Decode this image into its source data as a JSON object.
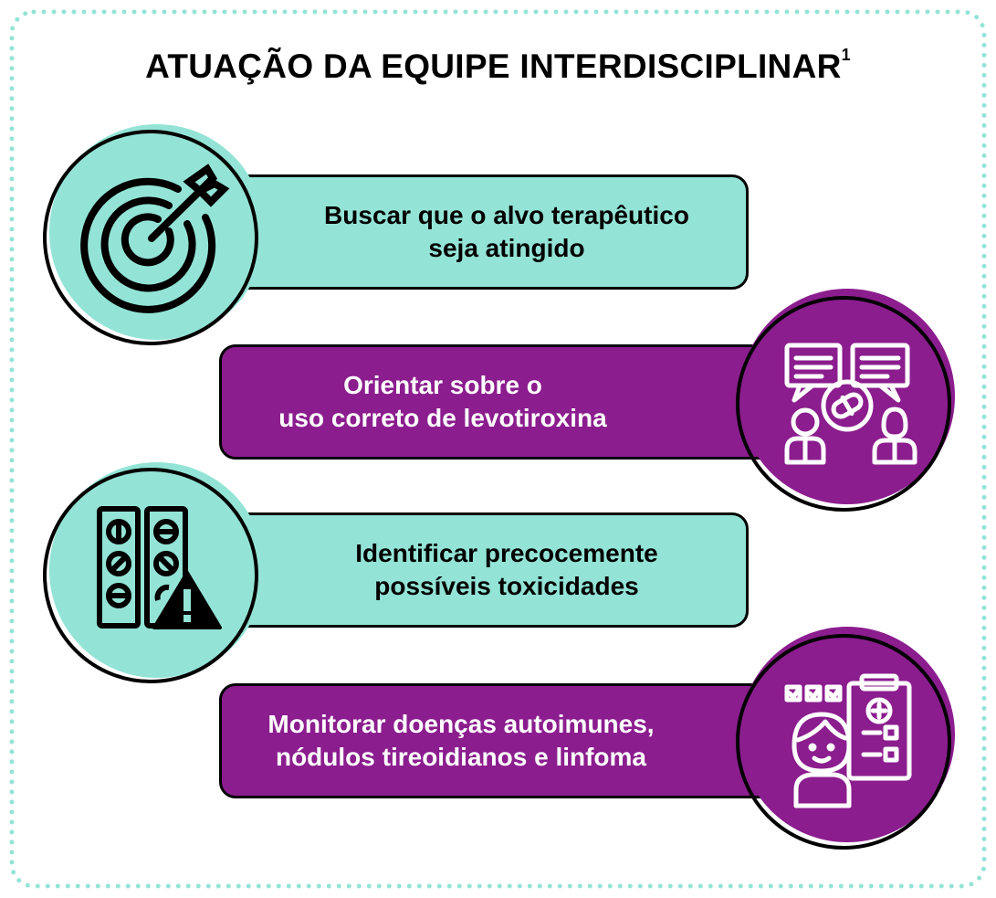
{
  "title": {
    "text": "ATUAÇÃO DA EQUIPE INTERDISCIPLINAR",
    "superscript": "1"
  },
  "colors": {
    "teal": "#93e4d6",
    "purple": "#8b1d8e",
    "frame_dots": "#93e4d6",
    "outline": "#000000"
  },
  "items": [
    {
      "line1": "Buscar que o alvo terapêutico",
      "line2": "seja atingido",
      "theme": "teal",
      "icon": "target-arrow-icon"
    },
    {
      "line1": "Orientar sobre o",
      "line2": "uso correto de levotiroxina",
      "theme": "purple",
      "icon": "consultation-pill-icon"
    },
    {
      "line1": "Identificar precocemente",
      "line2": "possíveis toxicidades",
      "theme": "teal",
      "icon": "pills-warning-icon"
    },
    {
      "line1": "Monitorar doenças autoimunes,",
      "line2": "nódulos tireoidianos e linfoma",
      "theme": "purple",
      "icon": "patient-clipboard-icon"
    }
  ]
}
